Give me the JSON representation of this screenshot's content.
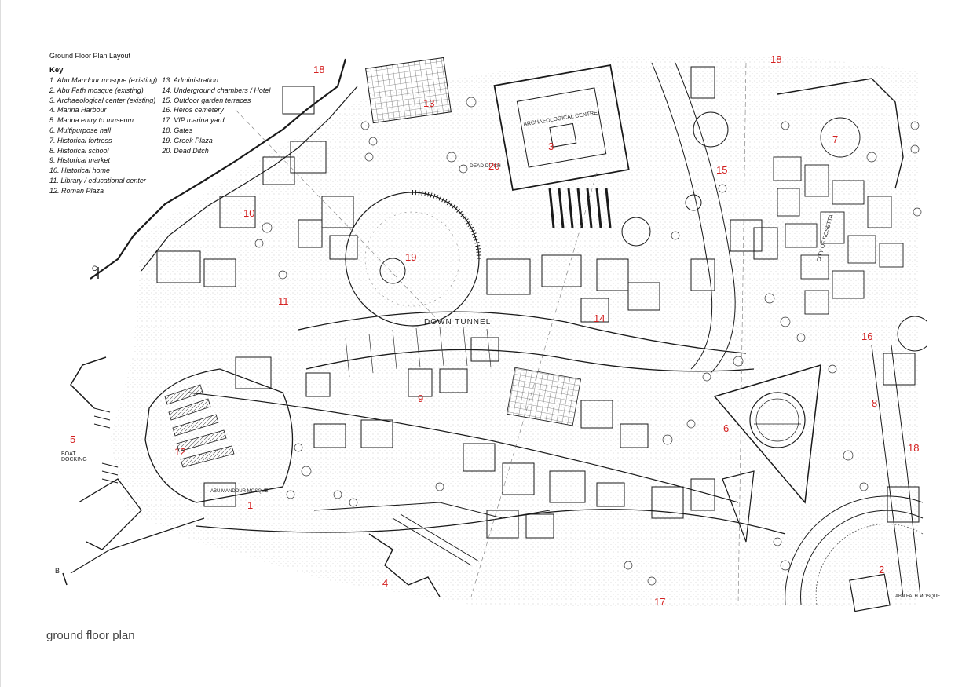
{
  "sheet": {
    "title": "Ground Floor Plan Layout",
    "key_heading": "Key",
    "caption": "ground floor plan"
  },
  "key": [
    "1. Abu Mandour mosque (existing)",
    "2. Abu Fath mosque (existing)",
    "3. Archaeological center (existing)",
    "4. Marina Harbour",
    "5. Marina entry to museum",
    "6. Multipurpose hall",
    "7. Historical fortress",
    "8. Historical school",
    "9. Historical market",
    "10. Historical home",
    "11. Library / educational center",
    "12. Roman Plaza",
    "13. Administration",
    "14. Underground chambers / Hotel",
    "15. Outdoor garden terraces",
    "16. Heros cemetery",
    "17. VIP marina yard",
    "18. Gates",
    "19. Greek Plaza",
    "20. Dead Ditch"
  ],
  "plan_labels": [
    "1",
    "2",
    "3",
    "4",
    "5",
    "6",
    "7",
    "8",
    "8",
    "9",
    "10",
    "11",
    "12",
    "13",
    "14",
    "15",
    "16",
    "17",
    "18",
    "18",
    "18",
    "19",
    "20"
  ],
  "sketch_text": {
    "tunnel": "DOWN TUNNEL",
    "arch_centre": "ARCHAEOLOGICAL CENTRE",
    "dead_ditch": "DEAD DITCH",
    "boat_docking": "BOAT DOCKING",
    "city_of_rosetta": "CITY OF ROSETTA",
    "abu_mandour": "ABU MANDOUR MOSQUE",
    "abu_fath": "ABU FATH MOSQUE",
    "section_c": "C",
    "section_b": "B"
  },
  "colors": {
    "label_red": "#d42020",
    "ink": "#1a1a1a",
    "caption_grey": "#444444"
  }
}
